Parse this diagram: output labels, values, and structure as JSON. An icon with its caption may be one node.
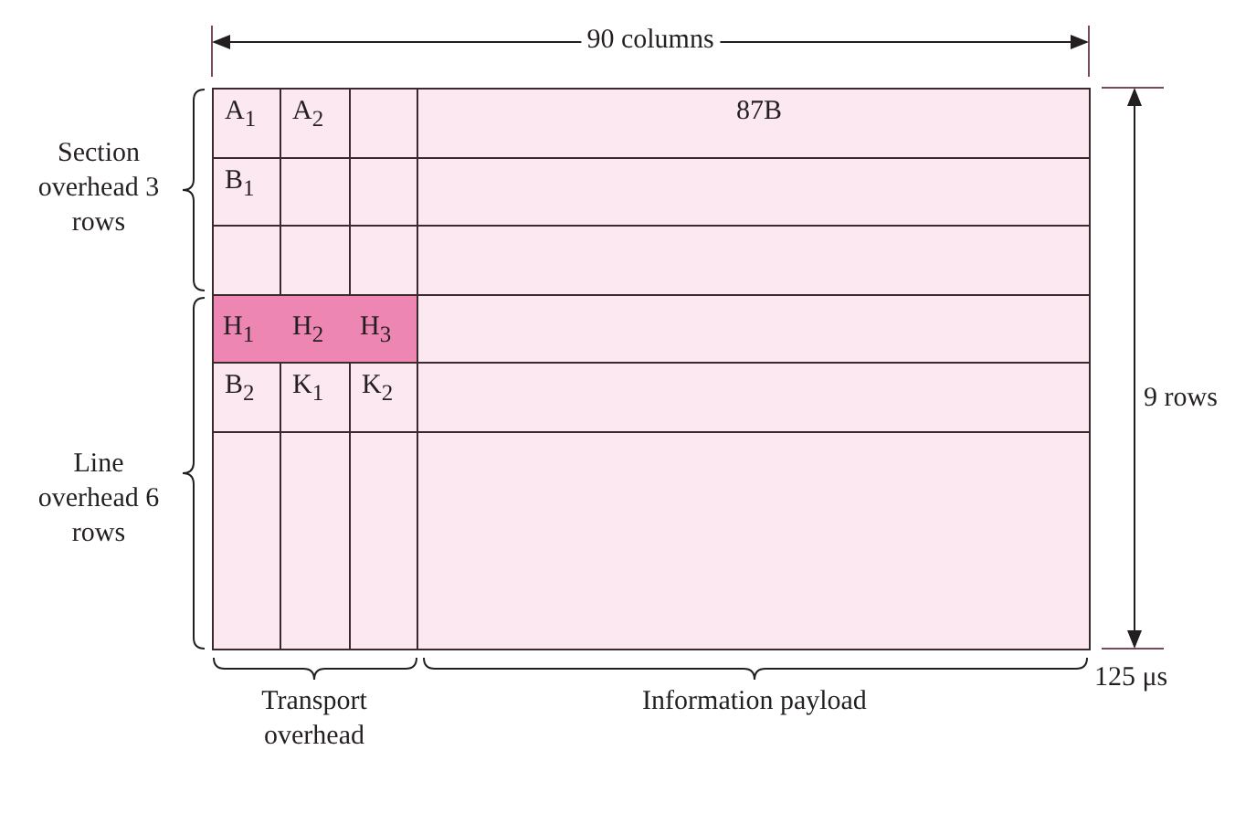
{
  "diagram": {
    "labels": [
      "90 columns",
      "A$_{1}$",
      "A$_{2}$",
      "87B",
      "Section overhead 3 rows",
      "B$_{1}$",
      "H$_{1}$",
      "H$_{2}$",
      "H$_{3}$",
      "9 rows",
      "B$_{2}$",
      "K$_{1}$",
      "K$_{2}$",
      "Line overhead 6 rows",
      "125 μs",
      "Transport overhead",
      "Information payload"
    ]
  }
}
